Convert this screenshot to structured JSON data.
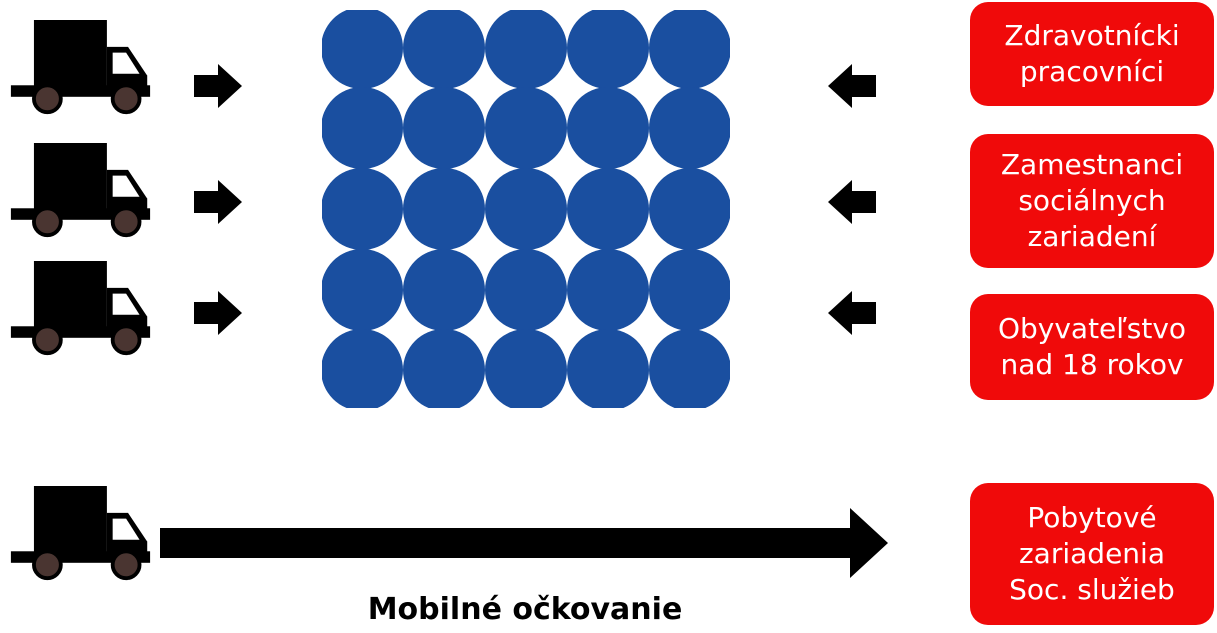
{
  "colors": {
    "box": "#f00a0a",
    "circle": "#1a4fa0",
    "truck": "#000000",
    "wheel": "#4a3531"
  },
  "icons": {
    "truck": "truck-icon",
    "arrow": "arrow-icon"
  },
  "groups": [
    {
      "label": "Zdravotnícki\npracovníci"
    },
    {
      "label": "Zamestnanci\nsociálnych\nzariadení"
    },
    {
      "label": "Obyvateľstvo\nnad 18 rokov"
    }
  ],
  "mobile": {
    "target_label": "Pobytové\nzariadenia\nSoc. služieb",
    "caption": "Mobilné očkovanie"
  },
  "grid": {
    "rows": 5,
    "cols": 5
  }
}
